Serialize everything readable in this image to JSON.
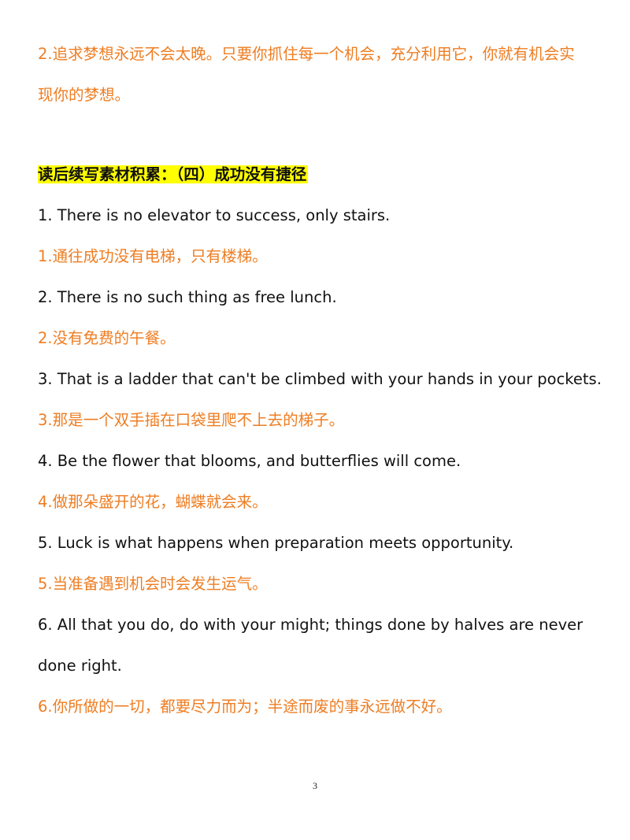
{
  "intro": {
    "line1": "2.追求梦想永远不会太晚。只要你抓住每一个机会，充分利用它，你就有机会实",
    "line2": "现你的梦想。"
  },
  "section": {
    "heading": "读后续写素材积累：（四）成功没有捷径",
    "items": [
      {
        "en": "1. There is no elevator to success, only stairs.",
        "zh": "1.通往成功没有电梯，只有楼梯。"
      },
      {
        "en": "2. There is no such thing as free lunch.",
        "zh": "2.没有免费的午餐。"
      },
      {
        "en": "3. That is a ladder that can't be climbed with your hands in your pockets.",
        "zh": "3.那是一个双手插在口袋里爬不上去的梯子。"
      },
      {
        "en": "4. Be the flower that blooms, and butterflies will come.",
        "zh": "4.做那朵盛开的花，蝴蝶就会来。"
      },
      {
        "en": "5. Luck is what happens when preparation meets opportunity.",
        "zh": "5.当准备遇到机会时会发生运气。"
      },
      {
        "en_line1": "6. All that you do, do with your might; things done by halves are never",
        "en_line2": "done right.",
        "zh": "6.你所做的一切，都要尽力而为；半途而废的事永远做不好。"
      }
    ]
  },
  "footer": {
    "page_number": "3"
  }
}
